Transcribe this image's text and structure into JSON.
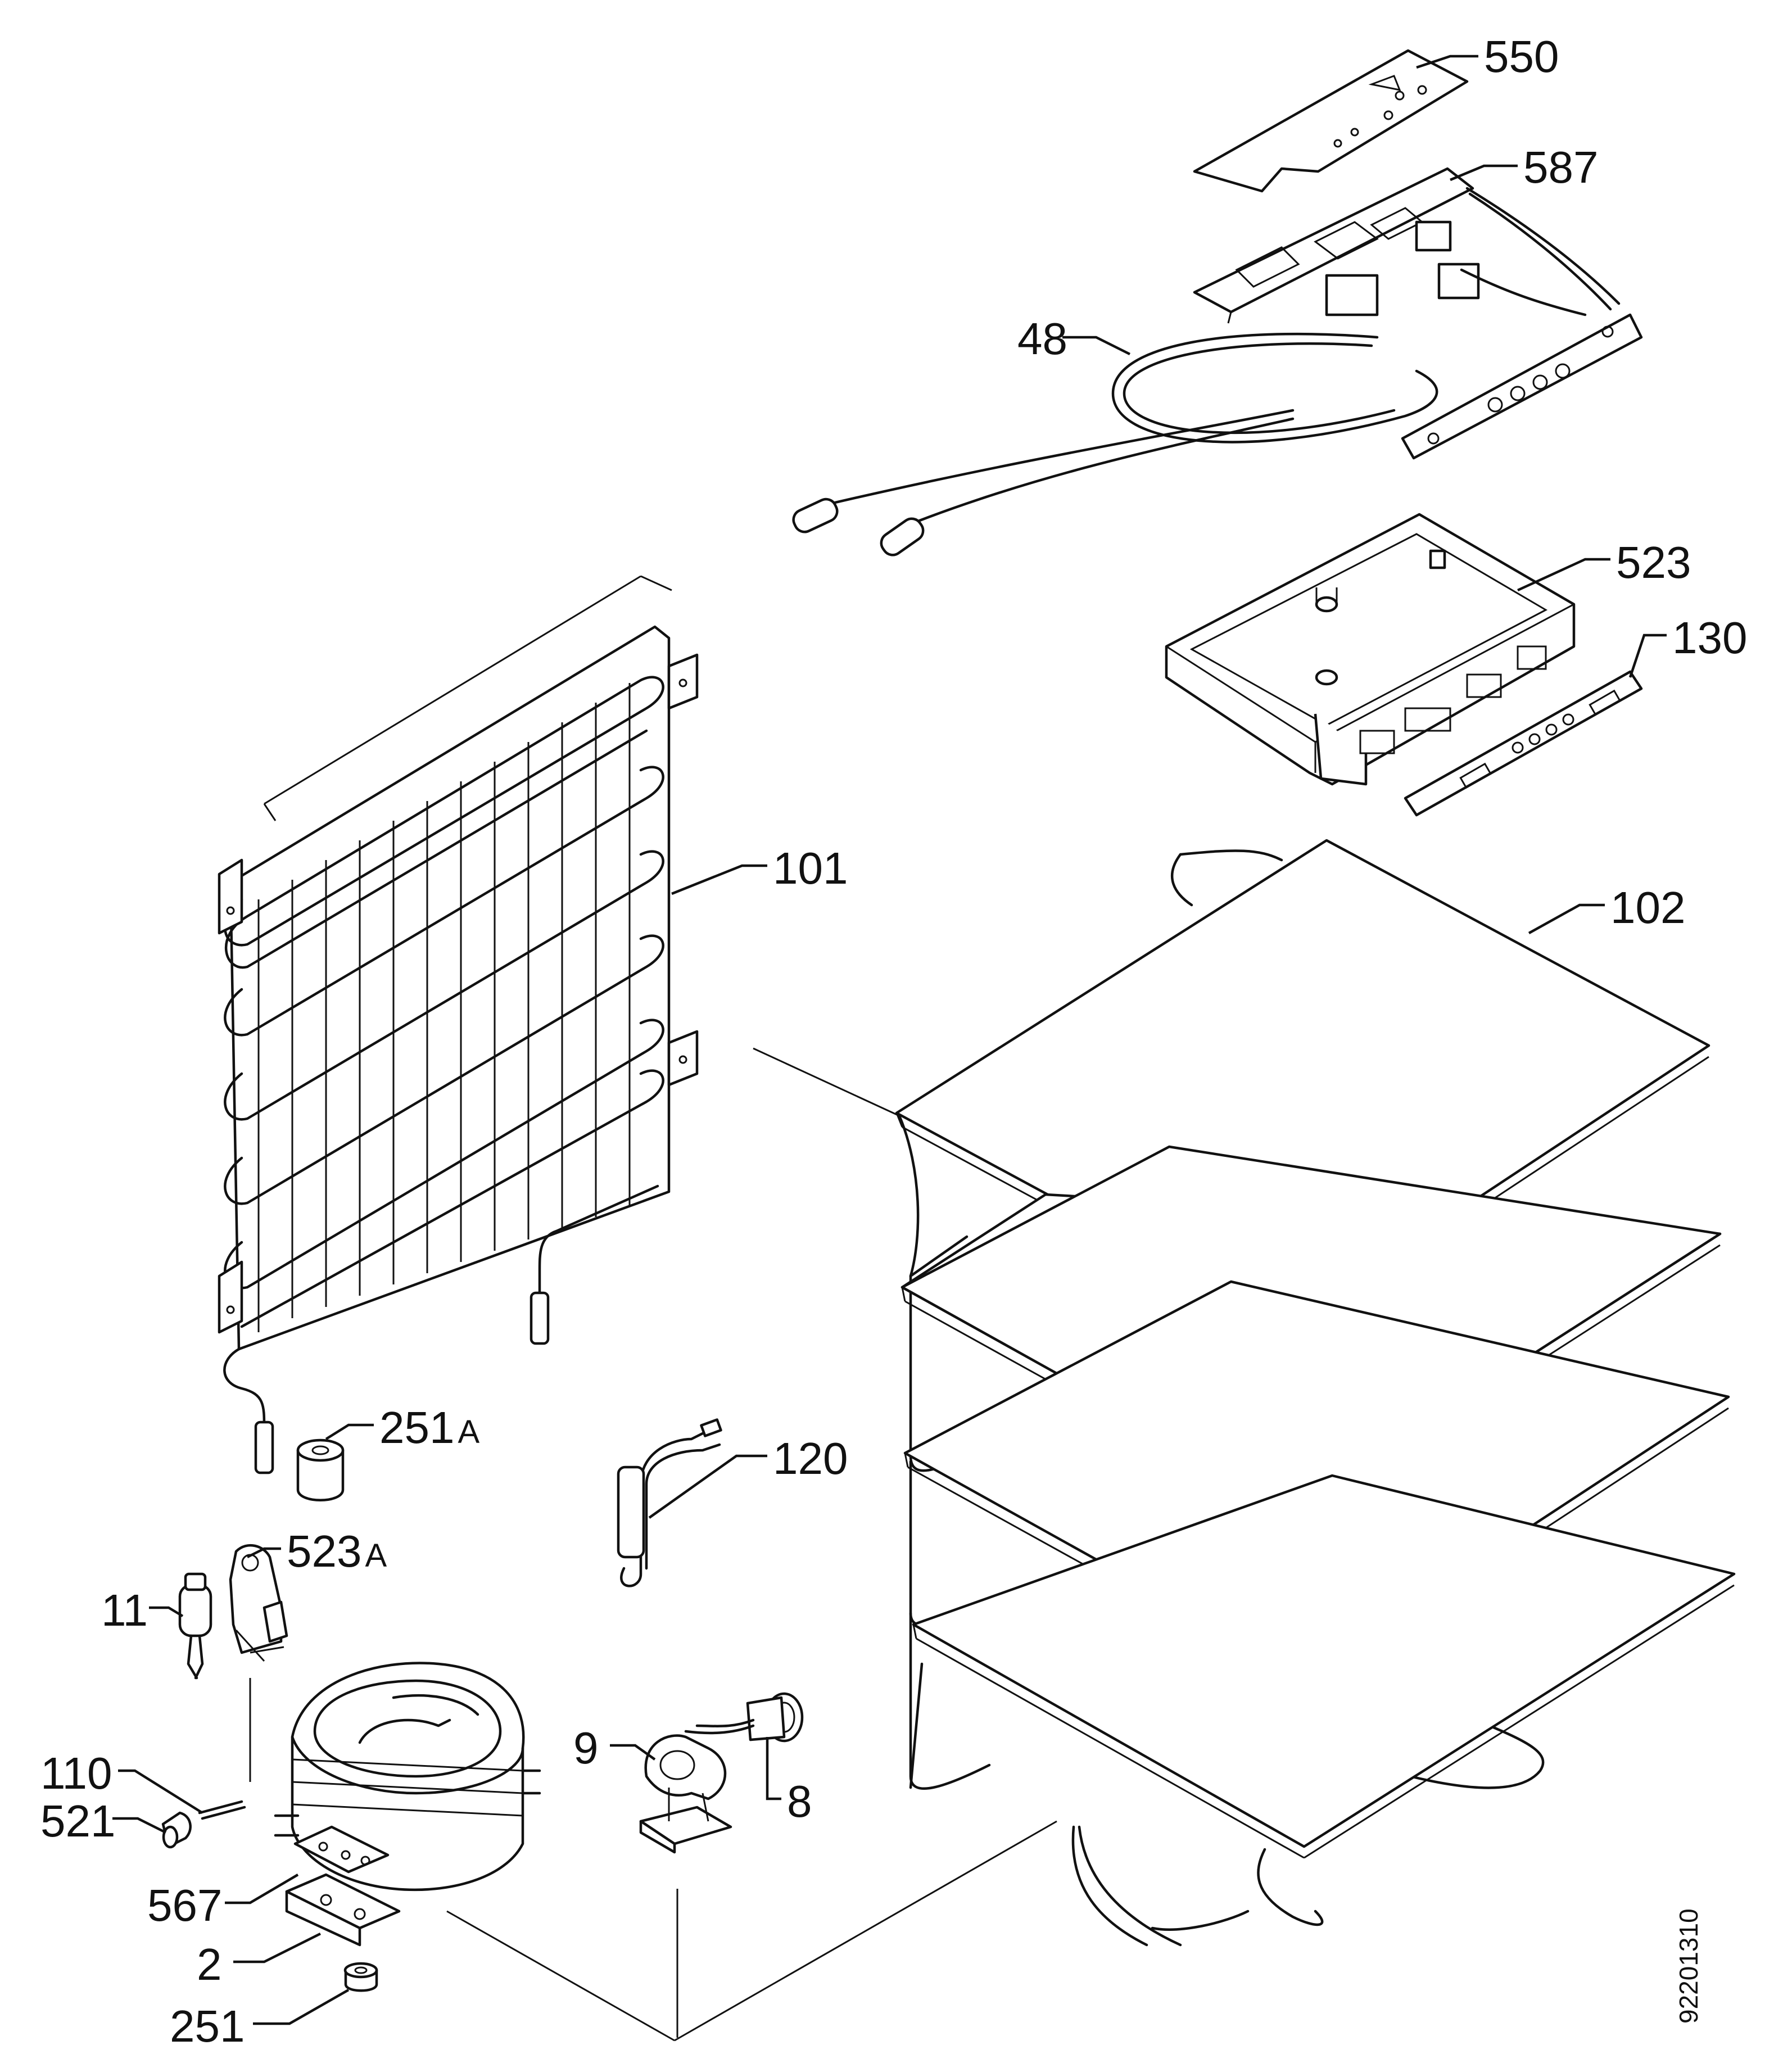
{
  "diagram": {
    "drawing_number": "92201310",
    "callouts": [
      {
        "id": "550",
        "text": "550"
      },
      {
        "id": "587",
        "text": "587"
      },
      {
        "id": "48",
        "text": "48"
      },
      {
        "id": "523",
        "text": "523"
      },
      {
        "id": "130",
        "text": "130"
      },
      {
        "id": "101",
        "text": "101"
      },
      {
        "id": "102",
        "text": "102"
      },
      {
        "id": "251A",
        "text": "251",
        "suffix": "A"
      },
      {
        "id": "120",
        "text": "120"
      },
      {
        "id": "523A",
        "text": "523",
        "suffix": "A"
      },
      {
        "id": "11",
        "text": "11"
      },
      {
        "id": "9",
        "text": "9"
      },
      {
        "id": "8",
        "text": "8"
      },
      {
        "id": "110",
        "text": "110"
      },
      {
        "id": "521",
        "text": "521"
      },
      {
        "id": "567",
        "text": "567"
      },
      {
        "id": "2",
        "text": "2"
      },
      {
        "id": "251",
        "text": "251"
      }
    ]
  }
}
